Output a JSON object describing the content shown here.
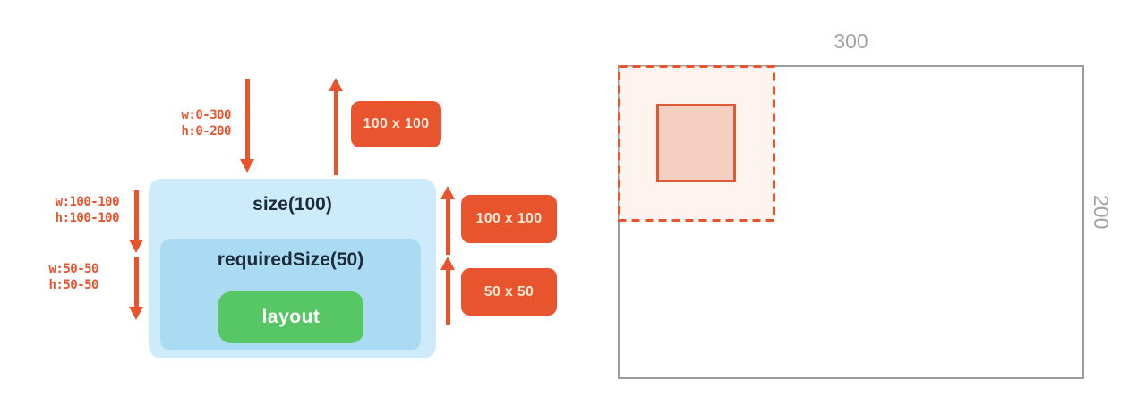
{
  "left_diagram": {
    "outer_box_label": "size(100)",
    "inner_box_label": "requiredSize(50)",
    "layout_label": "layout",
    "constraints": [
      {
        "w": "w:0-300",
        "h": "h:0-200"
      },
      {
        "w": "w:100-100",
        "h": "h:100-100"
      },
      {
        "w": "w:50-50",
        "h": "h:50-50"
      }
    ],
    "badges": [
      {
        "label": "100 x 100"
      },
      {
        "label": "100 x 100"
      },
      {
        "label": "50 x 50"
      }
    ]
  },
  "right_diagram": {
    "width_label": "300",
    "height_label": "200"
  },
  "colors": {
    "accent_orange": "#E8542E",
    "badge_text": "#FFE9D6",
    "outer_box_blue": "#CDEBFA",
    "inner_box_blue": "#ABDAF3",
    "layout_green": "#57C664",
    "dark_label": "#1C2B3A",
    "measure_gray": "#9C9C9C",
    "dashed_fill": "#FDF4EF",
    "inner_square_fill": "#F6CFC3",
    "inner_square_border": "#DC5B32"
  }
}
